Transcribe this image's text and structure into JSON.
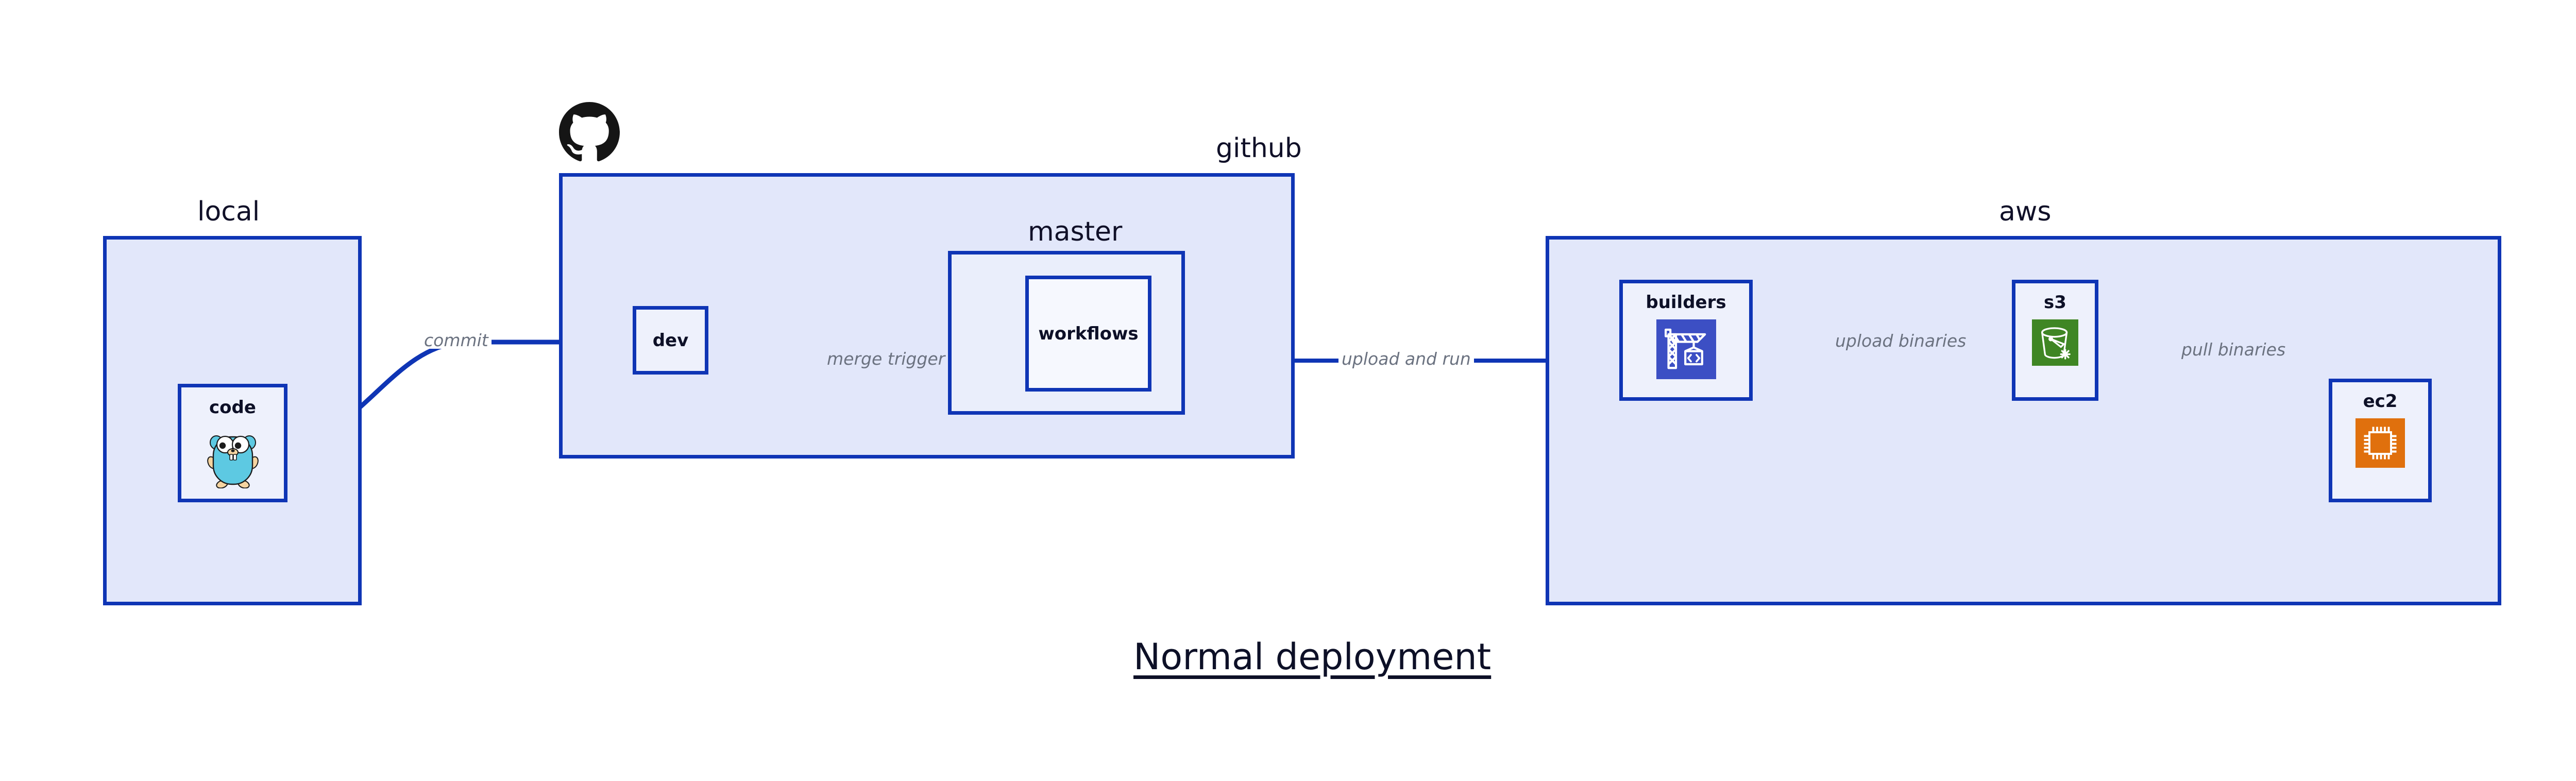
{
  "diagram": {
    "title": "Normal deployment",
    "type": "deployment-flow-diagram",
    "accent_border": "#0f35b5",
    "group_fill": "#e2e7fa",
    "node_fill": "#eef1fc",
    "label_color": "#101028",
    "edge_label_color": "#6b7280"
  },
  "groups": [
    {
      "id": "local",
      "label": "local",
      "label_align": "center",
      "nodes": [
        {
          "id": "code",
          "label": "code",
          "icon": "go-gopher-icon",
          "icon_color": "#5dc9e2"
        }
      ]
    },
    {
      "id": "github",
      "label": "github",
      "label_align": "right",
      "logo": "github-octocat-logo",
      "logo_color": "#151515",
      "nodes": [
        {
          "id": "dev",
          "label": "dev",
          "icon": "none"
        },
        {
          "id": "workflows",
          "label": "workflows",
          "icon": "none"
        }
      ],
      "subgroups": [
        {
          "id": "master",
          "label": "master"
        }
      ]
    },
    {
      "id": "aws",
      "label": "aws",
      "label_align": "center",
      "nodes": [
        {
          "id": "builders",
          "label": "builders",
          "icon": "aws-codebuild-crane-icon",
          "icon_color": "#3c4fc4"
        },
        {
          "id": "s3",
          "label": "s3",
          "icon": "aws-s3-bucket-icon",
          "icon_color": "#3f8624"
        },
        {
          "id": "ec2",
          "label": "ec2",
          "icon": "aws-ec2-chip-icon",
          "icon_color": "#e0700d"
        }
      ]
    }
  ],
  "edges": [
    {
      "id": "commit",
      "from": "code",
      "to": "dev",
      "label": "commit"
    },
    {
      "id": "merge-trigger",
      "from": "dev",
      "to": "workflows",
      "label": "merge trigger"
    },
    {
      "id": "upload-and-run",
      "from": "workflows",
      "to": "builders",
      "label": "upload and run"
    },
    {
      "id": "upload-binaries",
      "from": "builders",
      "to": "s3",
      "label": "upload binaries"
    },
    {
      "id": "pull-binaries",
      "from": "s3",
      "to": "ec2",
      "label": "pull binaries"
    }
  ]
}
